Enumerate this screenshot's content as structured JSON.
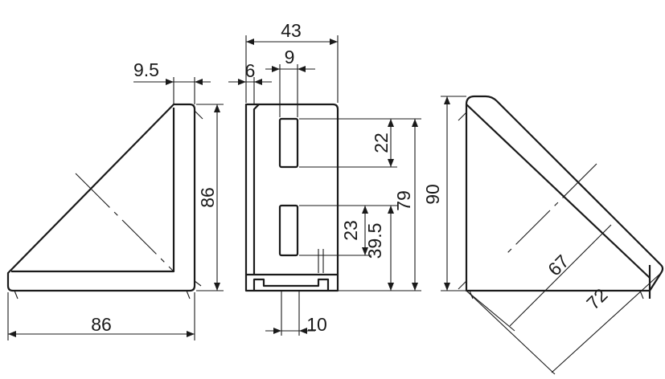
{
  "dimensions": {
    "left_view": {
      "top_offset": "9.5",
      "height": "86",
      "width": "86"
    },
    "front_view": {
      "overall_width": "43",
      "slot_width": "9",
      "slot_offset": "6",
      "upper_slot_height": "22",
      "lower_slot_height": "23",
      "lower_slot_position": "39.5",
      "total_height": "79",
      "tab_width": "10"
    },
    "right_view": {
      "height": "90",
      "diagonal_inner": "67",
      "diagonal_outer": "72"
    }
  }
}
